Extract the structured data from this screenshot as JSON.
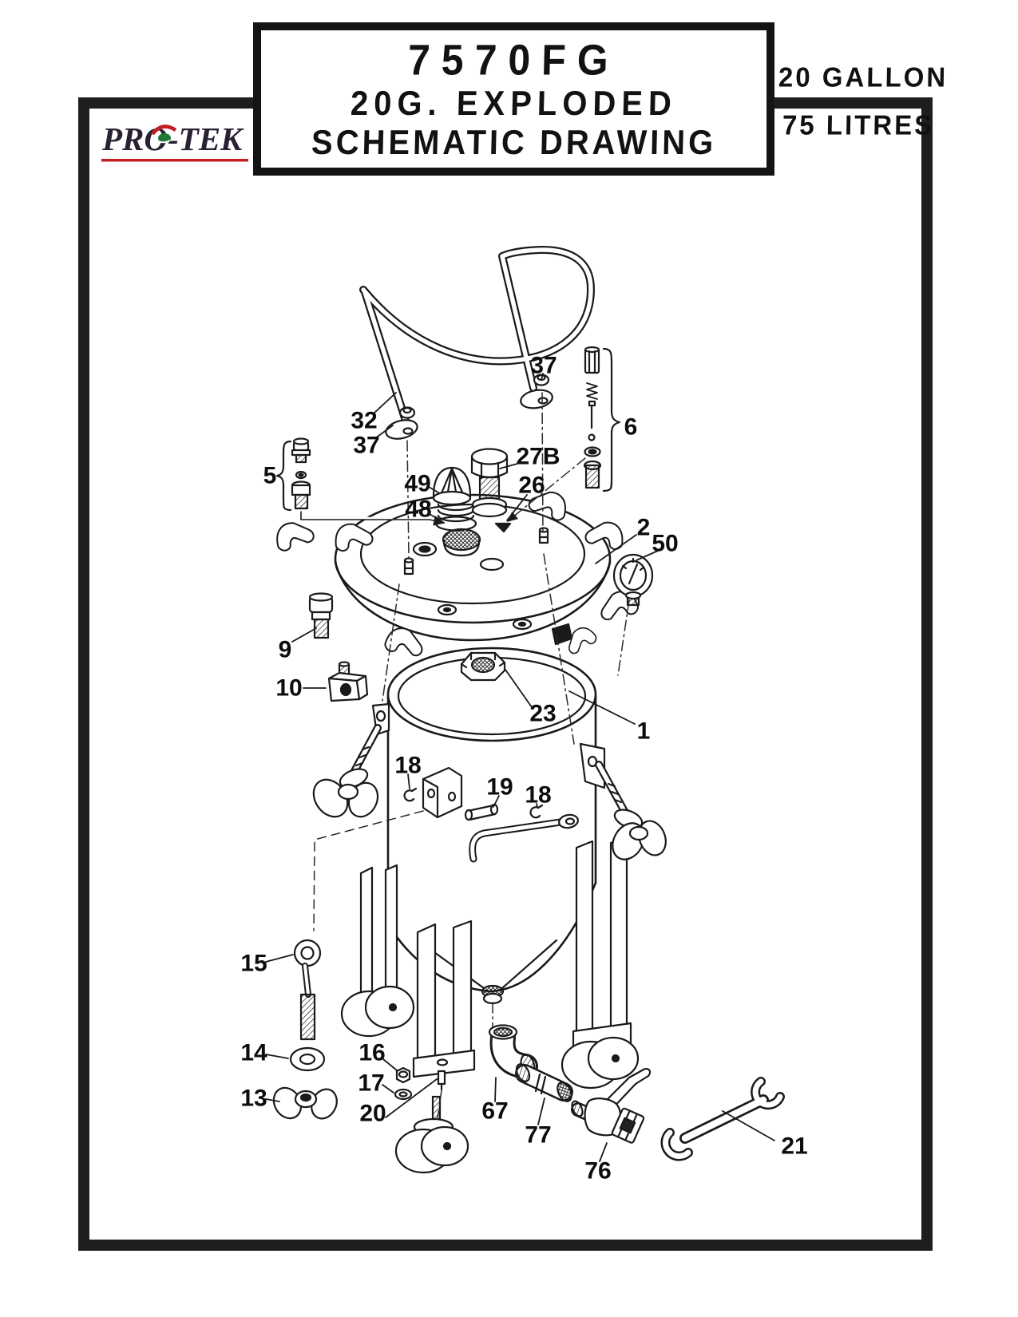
{
  "header": {
    "logo_text": "PRO-TEK",
    "title_line1": "7570FG",
    "title_line2": "20G. EXPLODED",
    "title_line3": "SCHEMATIC DRAWING",
    "capacity_gallons": "20 GALLON",
    "capacity_litres": "75 LITRES"
  },
  "diagram": {
    "part_labels": [
      {
        "label": "37"
      },
      {
        "label": "32"
      },
      {
        "label": "37"
      },
      {
        "label": "5"
      },
      {
        "label": "6"
      },
      {
        "label": "49"
      },
      {
        "label": "48"
      },
      {
        "label": "27B"
      },
      {
        "label": "26"
      },
      {
        "label": "2"
      },
      {
        "label": "50"
      },
      {
        "label": "9"
      },
      {
        "label": "10"
      },
      {
        "label": "23"
      },
      {
        "label": "1"
      },
      {
        "label": "18"
      },
      {
        "label": "19"
      },
      {
        "label": "18"
      },
      {
        "label": "15"
      },
      {
        "label": "14"
      },
      {
        "label": "13"
      },
      {
        "label": "16"
      },
      {
        "label": "17"
      },
      {
        "label": "20"
      },
      {
        "label": "67"
      },
      {
        "label": "77"
      },
      {
        "label": "76"
      },
      {
        "label": "21"
      }
    ]
  },
  "colors": {
    "ink": "#1a1a1a",
    "accent_red": "#c41e25",
    "logo_green": "#1e7a34",
    "logo_ink": "#2b2135"
  }
}
